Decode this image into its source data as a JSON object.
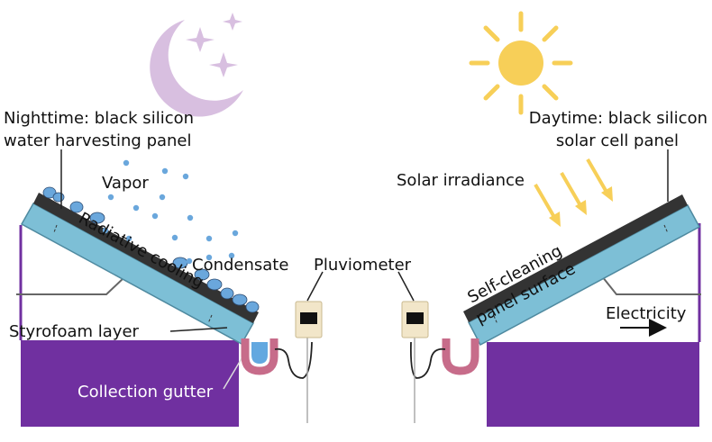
{
  "labels": {
    "night_line1": "Nighttime: black silicon",
    "night_line2": "water harvesting panel",
    "day_line1": "Daytime: black silicon",
    "day_line2": "solar cell panel",
    "vapor": "Vapor",
    "radiative_cooling": "Radiative cooling",
    "condensate": "Condensate",
    "pluviometer_left": "Pluviometer",
    "styrofoam": "Styrofoam layer",
    "collection_gutter": "Collection gutter",
    "solar_irradiance": "Solar irradiance",
    "self_cleaning": "Self-cleaning",
    "panel_surface": "panel surface",
    "electricity": "Electricity"
  },
  "colors": {
    "moon": "#d8bfe0",
    "sun": "#f7cf58",
    "panel": "#7dbfd6",
    "panel_edge": "#4f8aa0",
    "black_silicon": "#333333",
    "base": "#7030a0",
    "droplet": "#6aa7dc",
    "gutter_tube": "#c76c8a",
    "water": "#62a8e0",
    "device": "#f2e6c9",
    "arrow": "#f7cf58"
  }
}
